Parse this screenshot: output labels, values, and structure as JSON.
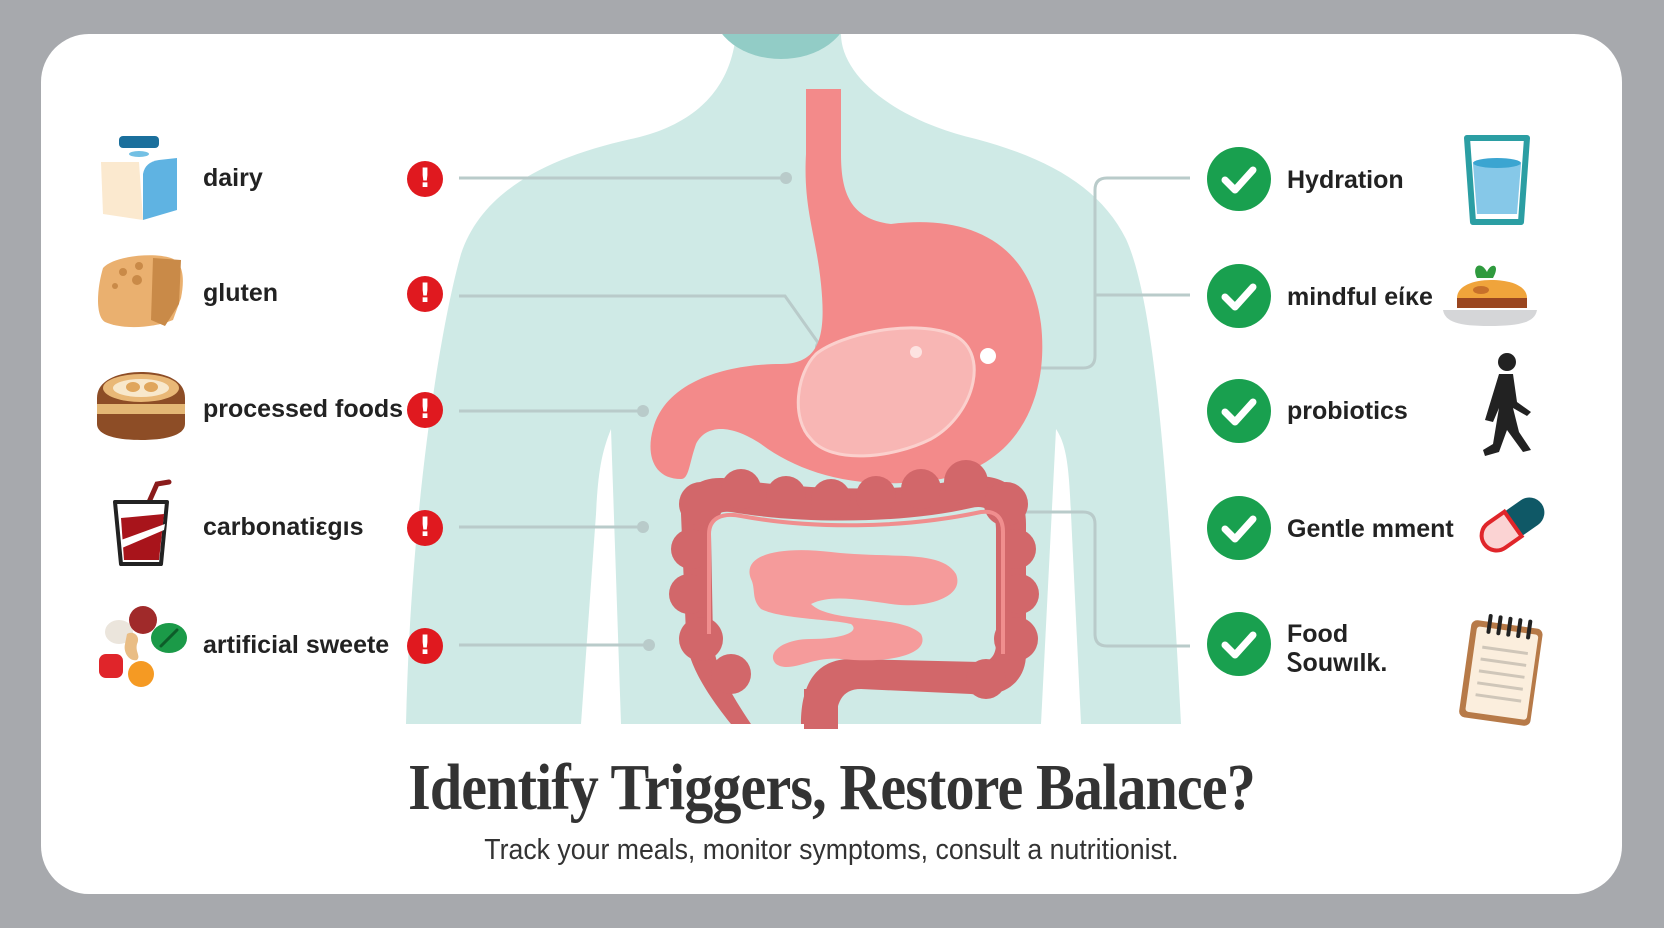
{
  "colors": {
    "frame": "#a7a9ad",
    "card": "#ffffff",
    "body_silhouette": "#cfeae6",
    "head": "#92ccc6",
    "stomach": "#f38a8a",
    "large_intestine": "#d2676a",
    "small_intestine": "#f59b9b",
    "warning": "#e0191f",
    "check": "#19a04f",
    "connector": "#b9cbca",
    "text": "#222222"
  },
  "triggers": [
    {
      "label": "dairy",
      "icon": "milk-carton-icon",
      "status_icon": "warning-icon"
    },
    {
      "label": "gluten",
      "icon": "bread-icon",
      "status_icon": "warning-icon"
    },
    {
      "label": "processed foods",
      "icon": "sandwich-cookie-icon",
      "status_icon": "warning-icon"
    },
    {
      "label": "carbonatiεgıs",
      "icon": "soda-cup-icon",
      "status_icon": "warning-icon"
    },
    {
      "label": "artificial sweete",
      "icon": "candies-icon",
      "status_icon": "warning-icon"
    }
  ],
  "remedies": [
    {
      "label": "Hydration",
      "icon": "water-glass-icon",
      "status_icon": "check-icon"
    },
    {
      "label": "mindful eίκe",
      "icon": "plated-meal-icon",
      "status_icon": "check-icon"
    },
    {
      "label": "probiotics",
      "icon": "walking-person-icon",
      "status_icon": "check-icon"
    },
    {
      "label": "Gentle mment",
      "icon": "capsule-pill-icon",
      "status_icon": "check-icon"
    },
    {
      "label_line1": "Food",
      "label_line2": "Ꮪouwılk.",
      "icon": "notepad-icon",
      "status_icon": "check-icon"
    }
  ],
  "headline": "Identify Triggers, Restore Balance?",
  "subheadline": "Track your meals, monitor symptoms, consult a nutritionist.",
  "warning_glyph": "!"
}
